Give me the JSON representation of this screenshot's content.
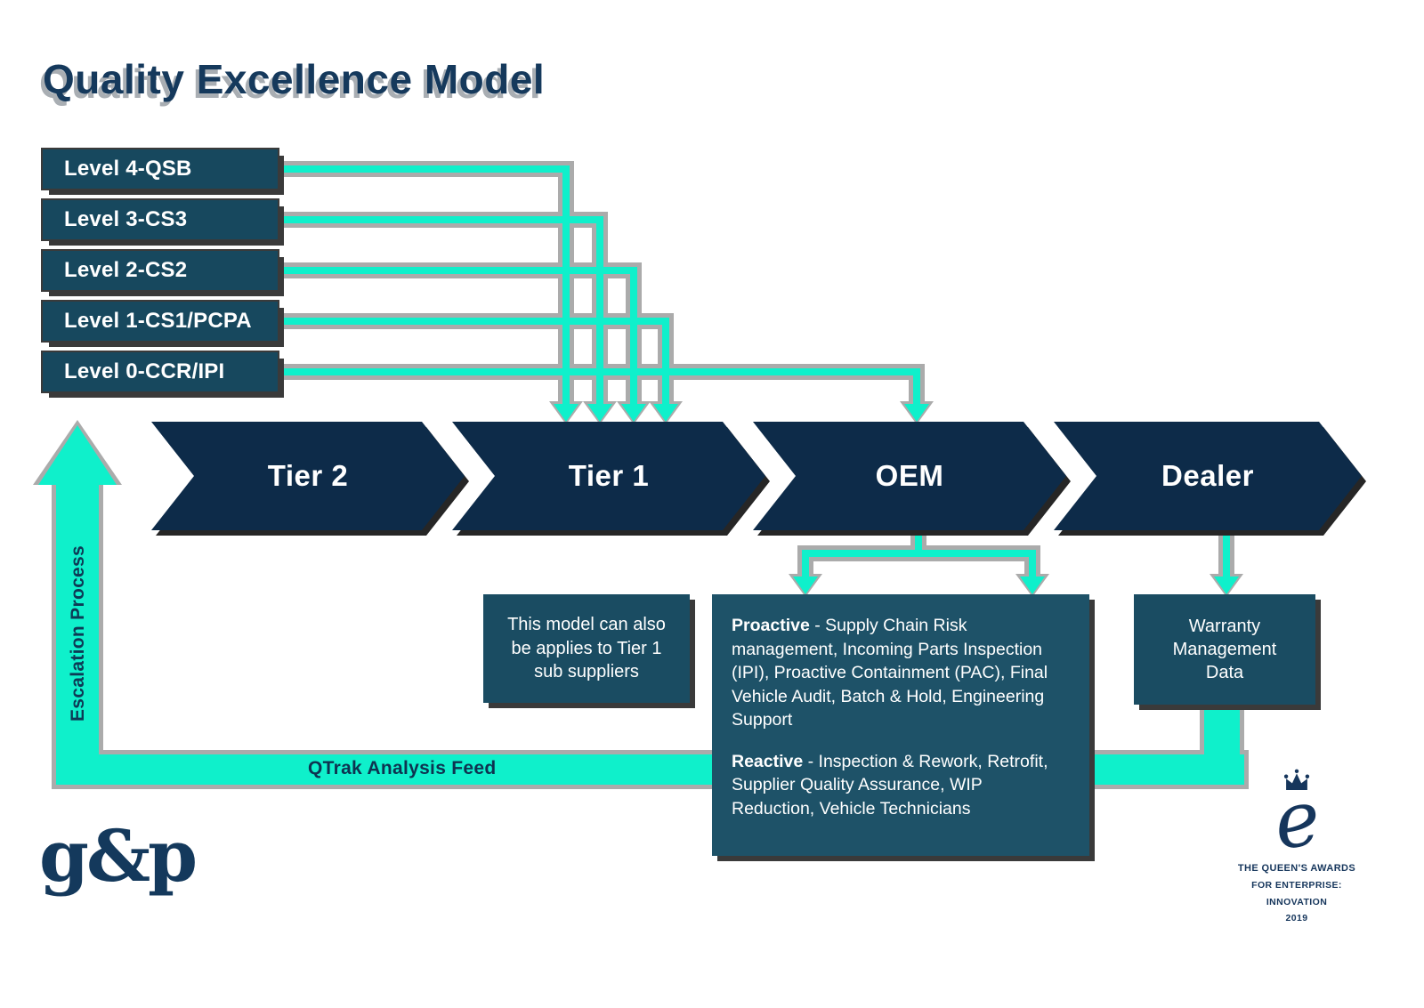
{
  "title": "Quality Excellence Model",
  "levels": [
    {
      "label": "Level 4-QSB"
    },
    {
      "label": "Level 3-CS3"
    },
    {
      "label": "Level 2-CS2"
    },
    {
      "label": "Level 1-CS1/PCPA"
    },
    {
      "label": "Level 0-CCR/IPI"
    }
  ],
  "chain": [
    {
      "label": "Tier 2"
    },
    {
      "label": "Tier 1"
    },
    {
      "label": "OEM"
    },
    {
      "label": "Dealer"
    }
  ],
  "escalation": {
    "label": "Escalation Process"
  },
  "qtrak": {
    "label": "QTrak Analysis Feed"
  },
  "note_box": {
    "lines": [
      "This model can also",
      "be applies to Tier 1",
      "sub suppliers"
    ]
  },
  "oem_box": {
    "proactive_title": "Proactive",
    "proactive_text": " - Supply Chain Risk management, Incoming Parts Inspection (IPI), Proactive Containment (PAC), Final Vehicle Audit, Batch & Hold, Engineering Support",
    "reactive_title": "Reactive",
    "reactive_text": " - Inspection & Rework, Retrofit, Supplier Quality Assurance, WIP Reduction, Vehicle Technicians"
  },
  "warranty_box": {
    "lines": [
      "Warranty",
      "Management",
      "Data"
    ]
  },
  "gp_logo": {
    "text": "g&p"
  },
  "queens_award": {
    "letter": "e",
    "lines": [
      "THE QUEEN'S AWARDS",
      "FOR ENTERPRISE:",
      "INNOVATION",
      "2019"
    ]
  },
  "colors": {
    "accent_teal": "#0FF0CB",
    "shadow_gray": "#ABABAB",
    "chevron_navy": "#0D2B49",
    "box_teal": "#17485E",
    "title_navy": "#15395C"
  }
}
